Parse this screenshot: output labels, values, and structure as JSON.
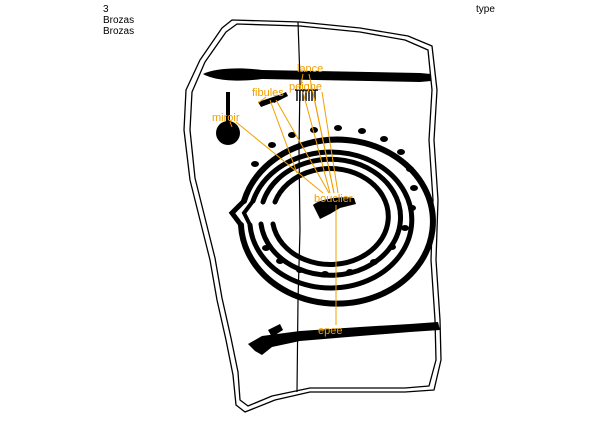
{
  "header": {
    "number": "3",
    "site": "Brozas",
    "name": "Brozas",
    "type_label": "type"
  },
  "annotation_color": "#f0a000",
  "labels": {
    "lance": "lance",
    "peigne": "peigne",
    "fibules": "fibules",
    "miroir": "miroir",
    "bouclier": "bouclier",
    "epee": "epee"
  }
}
